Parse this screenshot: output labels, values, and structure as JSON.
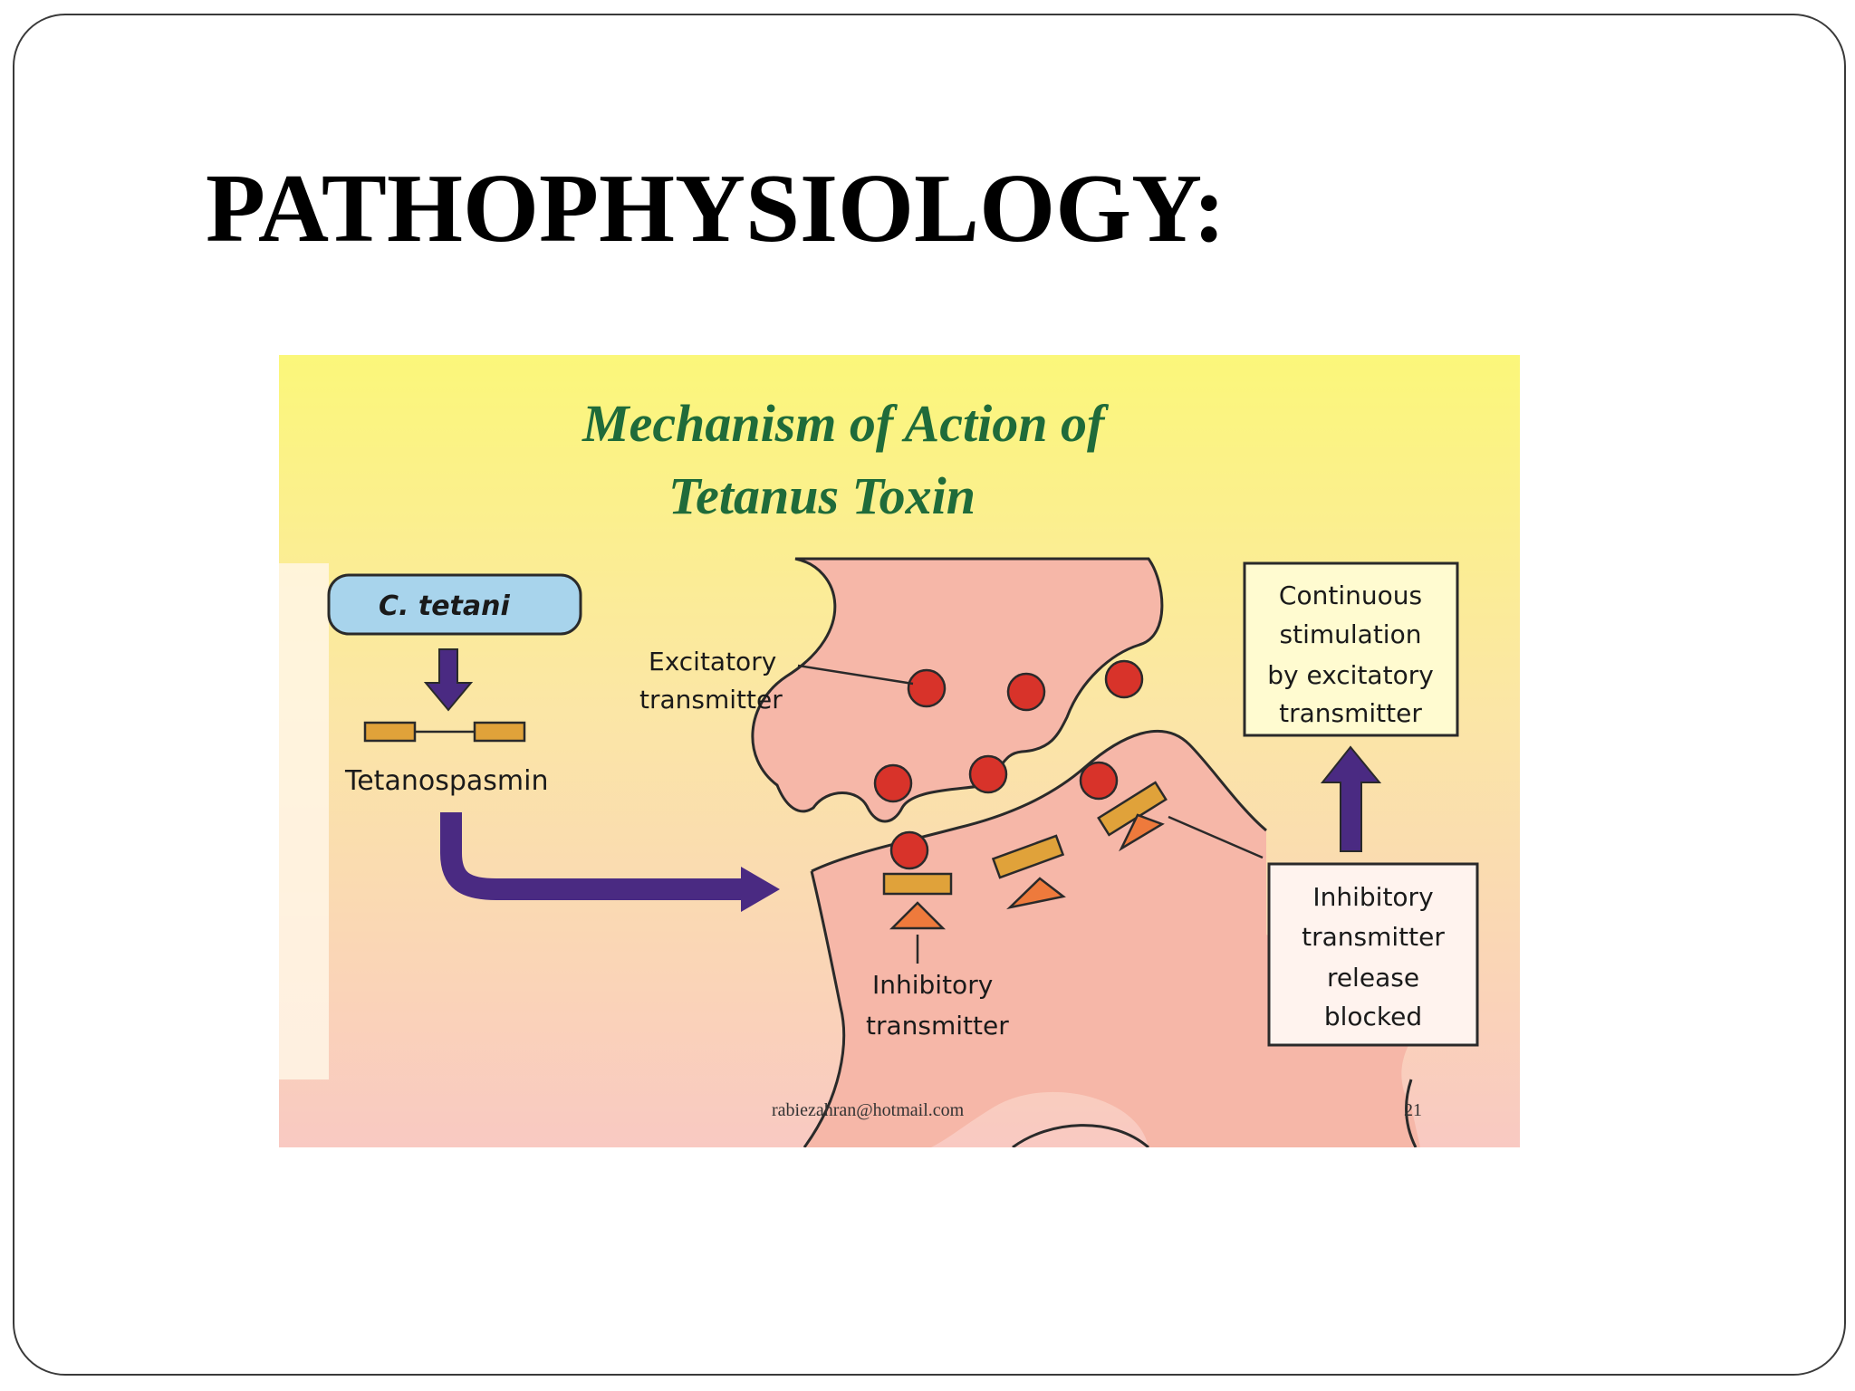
{
  "slide": {
    "title": "PATHOPHYSIOLOGY:"
  },
  "figure": {
    "title_line1": "Mechanism of Action of",
    "title_line2": "Tetanus Toxin",
    "c_tetani": "C. tetani",
    "tetanospasmin": "Tetanospasmin",
    "excitatory_line1": "Excitatory",
    "excitatory_line2": "transmitter",
    "inhibitory_line1": "Inhibitory",
    "inhibitory_line2": "transmitter",
    "continuous_lines": [
      "Continuous",
      "stimulation",
      "by excitatory",
      "transmitter"
    ],
    "blocked_lines": [
      "Inhibitory",
      "transmitter",
      "release",
      "blocked"
    ],
    "footer_email": "rabiezahran@hotmail.com",
    "footer_page": "21"
  },
  "colors": {
    "title_green": "#1f6b3a",
    "arrow_purple": "#4a2a82",
    "vesicle_red": "#d8332a",
    "neuron_pink": "#f6b7a8",
    "toxin_orange": "#e0a23a",
    "c_tetani_blue": "#a8d4ec"
  }
}
